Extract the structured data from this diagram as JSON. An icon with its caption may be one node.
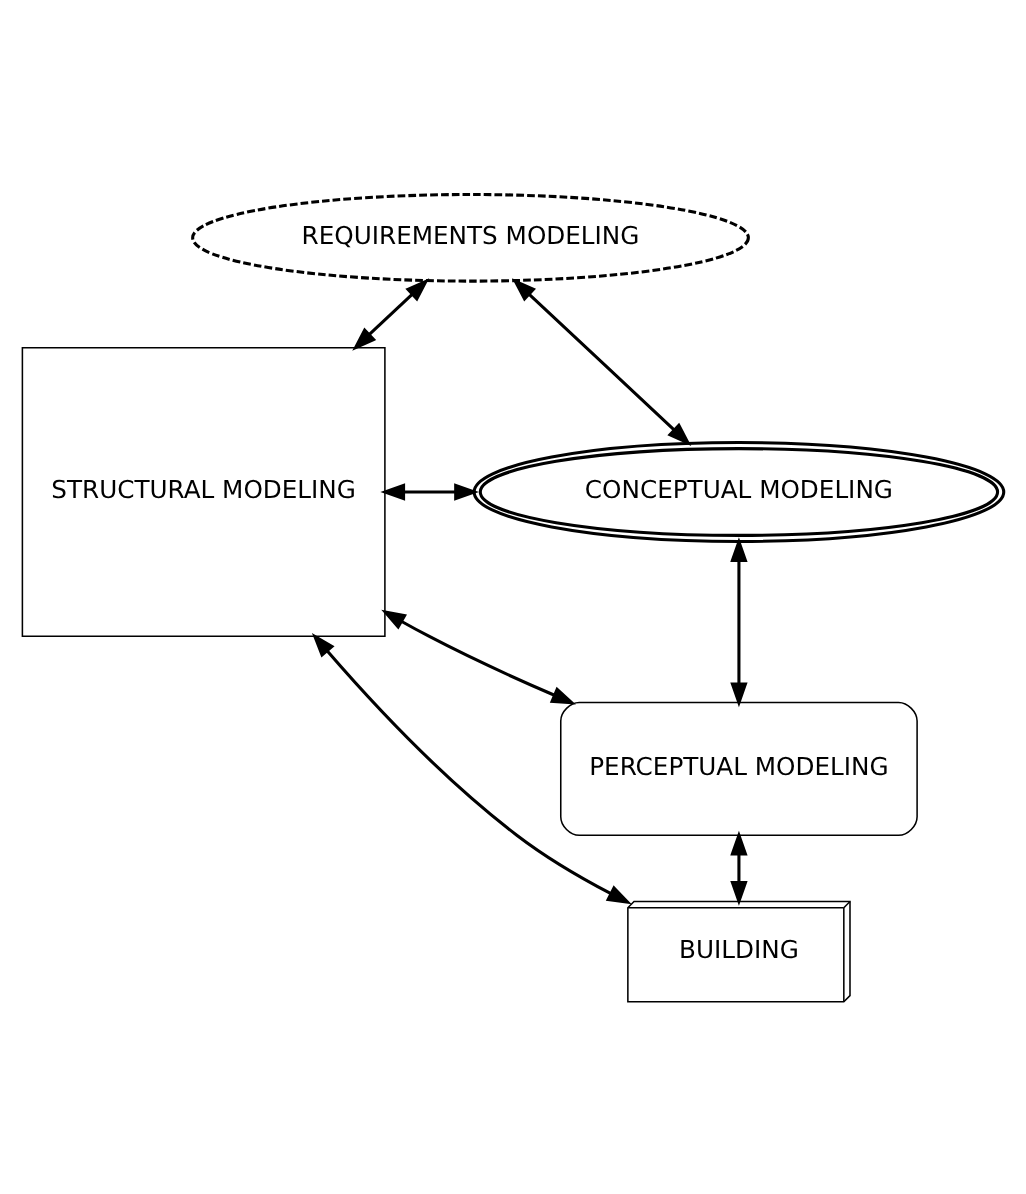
{
  "diagram": {
    "nodes": [
      {
        "text": [
          "REQUIREMENTS MODELING"
        ]
      },
      {
        "text": [
          "CONCEPTUAL MODELING"
        ]
      },
      {
        "text": [
          "STRUCTURAL MODELING"
        ]
      },
      {
        "text": [
          "PERCEPTUAL MODELING"
        ]
      },
      {
        "text": [
          "BUILDING"
        ]
      }
    ],
    "edges": [
      {
        "from": 2,
        "to": 0,
        "arrow": "both"
      },
      {
        "from": 0,
        "to": 1,
        "arrow": "both"
      },
      {
        "from": 2,
        "to": 1,
        "arrow": "both"
      },
      {
        "from": 1,
        "to": 3,
        "arrow": "both"
      },
      {
        "from": 2,
        "to": 3,
        "arrow": "both"
      },
      {
        "from": 2,
        "to": 4,
        "arrow": "both"
      },
      {
        "from": 3,
        "to": 4,
        "arrow": "both"
      }
    ]
  }
}
